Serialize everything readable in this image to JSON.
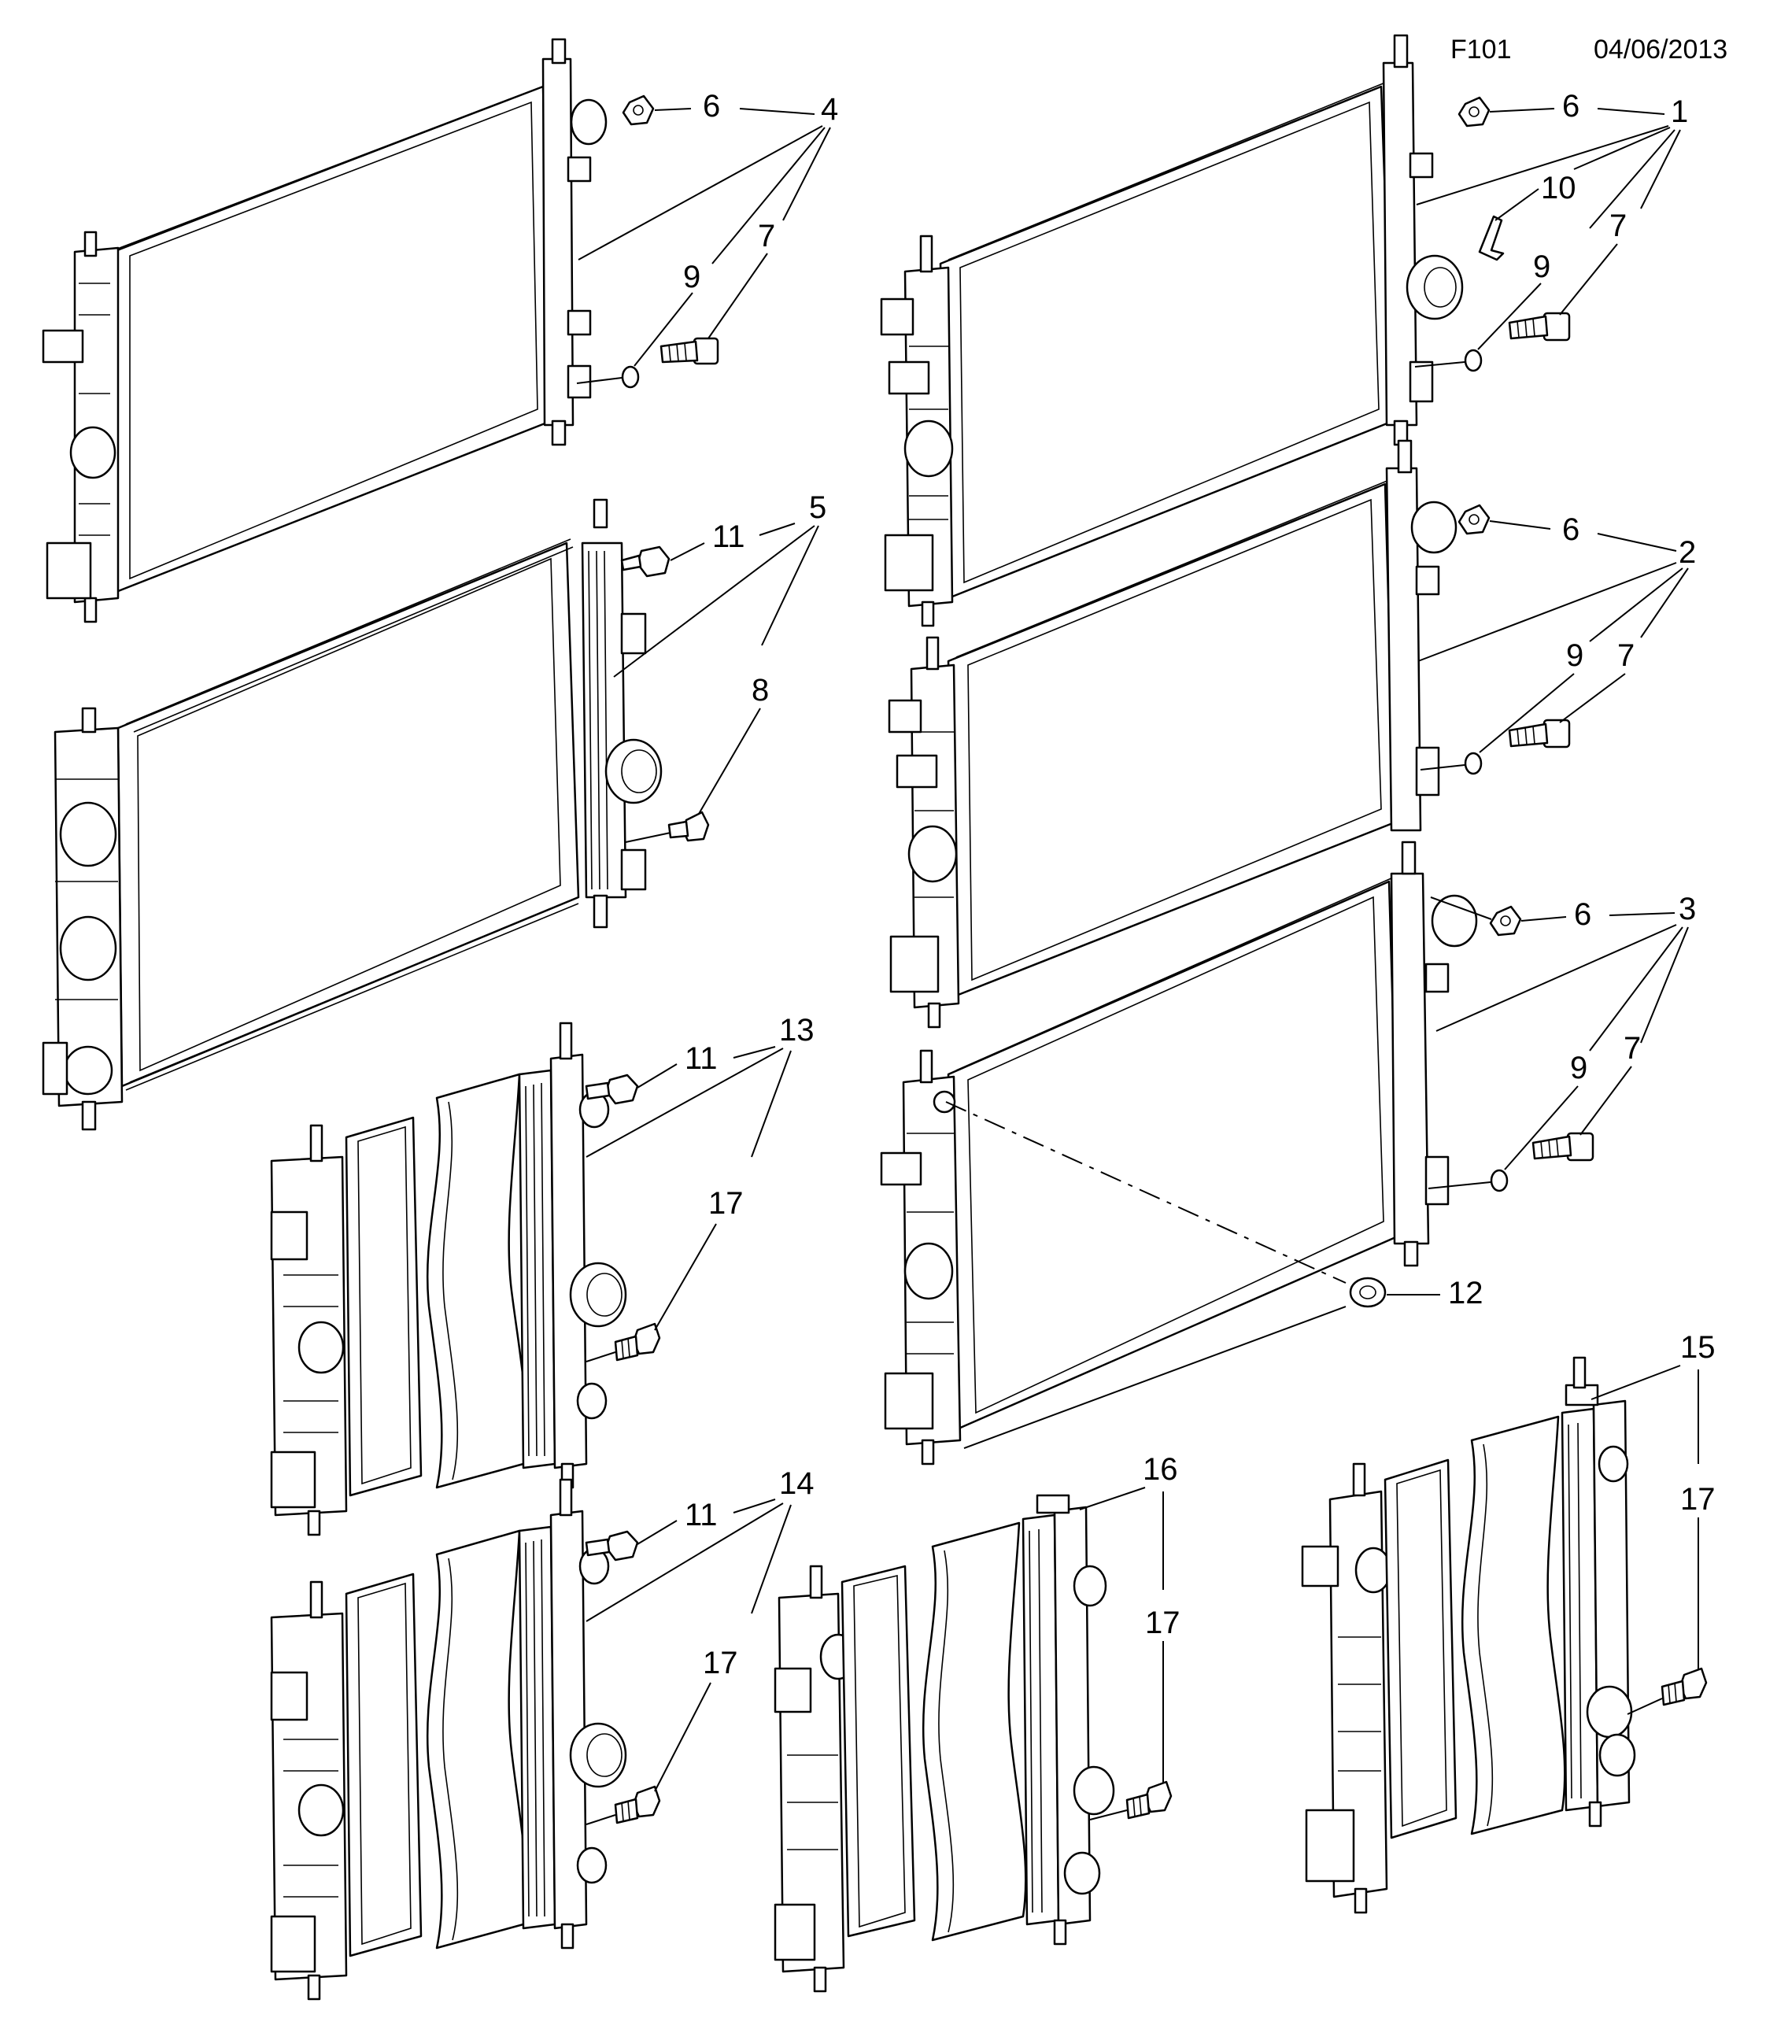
{
  "header": {
    "code": "F101",
    "date": "04/06/2013"
  },
  "callouts": {
    "c1": "1",
    "c2": "2",
    "c3": "3",
    "c4": "4",
    "c5": "5",
    "c6a": "6",
    "c6b": "6",
    "c6c": "6",
    "c6d": "6",
    "c7a": "7",
    "c7b": "7",
    "c7c": "7",
    "c7d": "7",
    "c8": "8",
    "c9a": "9",
    "c9b": "9",
    "c9c": "9",
    "c9d": "9",
    "c10": "10",
    "c11a": "11",
    "c11b": "11",
    "c11c": "11",
    "c12": "12",
    "c13": "13",
    "c14": "14",
    "c15": "15",
    "c16": "16",
    "c17a": "17",
    "c17b": "17",
    "c17c": "17",
    "c17d": "17"
  }
}
